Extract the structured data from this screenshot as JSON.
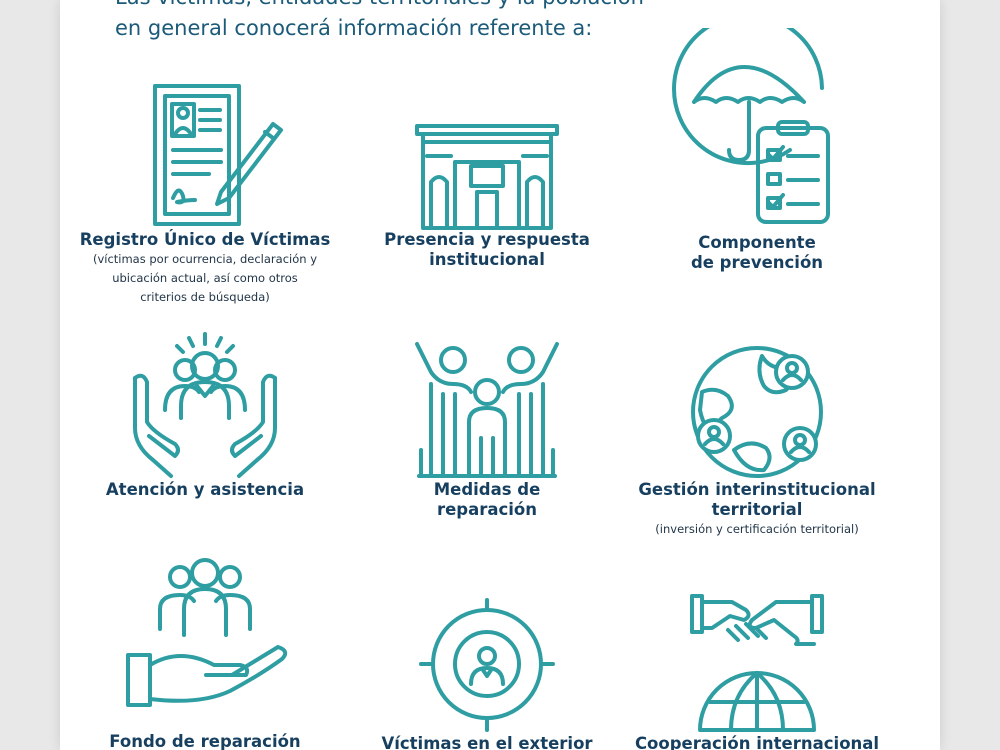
{
  "intro": {
    "line1": "Las víctimas, entidades territoriales y la población",
    "line2": "en general conocerá información referente a:"
  },
  "items": [
    {
      "icon": "registry-document-pen-icon",
      "title": "Registro Único de Víctimas",
      "note": "(víctimas por ocurrencia, declaración y\nubicación actual, así como otros\ncriterios de búsqueda)"
    },
    {
      "icon": "institution-building-icon",
      "title": "Presencia y respuesta\ninstitucional",
      "note": ""
    },
    {
      "icon": "umbrella-checklist-icon",
      "title": "Componente\nde prevención",
      "note": ""
    },
    {
      "icon": "hands-holding-people-icon",
      "title": "Atención y asistencia",
      "note": ""
    },
    {
      "icon": "celebrating-family-icon",
      "title": "Medidas de\nreparación",
      "note": ""
    },
    {
      "icon": "globe-network-people-icon",
      "title": "Gestión interinstitucional\nterritorial",
      "note": "(inversión y certificación territorial)"
    },
    {
      "icon": "hand-under-people-icon",
      "title": "Fondo de reparación",
      "note": ""
    },
    {
      "icon": "target-person-icon",
      "title": "Víctimas en el exterior",
      "note": ""
    },
    {
      "icon": "handshake-globe-icon",
      "title": "Cooperación internacional",
      "note": ""
    }
  ],
  "colors": {
    "teal": "#2e9ea3",
    "navy": "#173f5f",
    "intro": "#1b5a78"
  }
}
